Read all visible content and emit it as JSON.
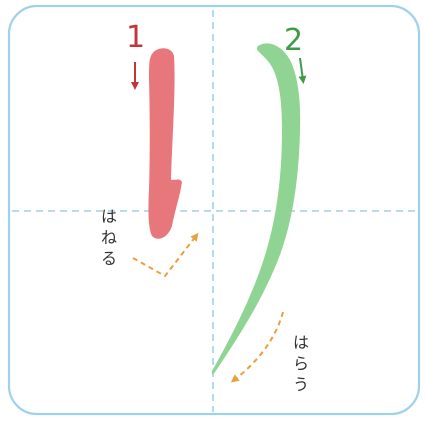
{
  "strokes": [
    {
      "number": "1",
      "color": "#e8777b",
      "number_color": "#c4343b"
    },
    {
      "number": "2",
      "color": "#8fd493",
      "number_color": "#3f9c45"
    }
  ],
  "annotations": {
    "hane": "はねる",
    "harai": "はらう"
  },
  "colors": {
    "frame": "#9fd0ec",
    "guide": "#9fd0ec",
    "dash_arrow": "#e8a03c"
  }
}
